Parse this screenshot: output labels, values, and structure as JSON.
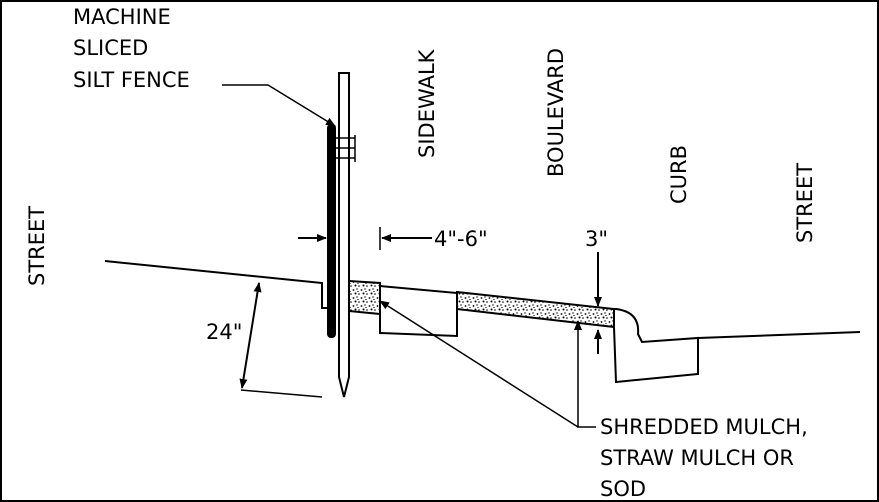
{
  "labels": {
    "fence_line1": "MACHINE",
    "fence_line2": "SLICED",
    "fence_line3": "SILT FENCE",
    "street_left": "STREET",
    "sidewalk": "SIDEWALK",
    "boulevard": "BOULEVARD",
    "curb": "CURB",
    "street_right": "STREET",
    "dim_offset": "4\"-6\"",
    "dim_depth": "3\"",
    "dim_trench": "24\"",
    "mulch_line1": "SHREDDED MULCH,",
    "mulch_line2": "STRAW MULCH OR",
    "mulch_line3": "SOD"
  }
}
